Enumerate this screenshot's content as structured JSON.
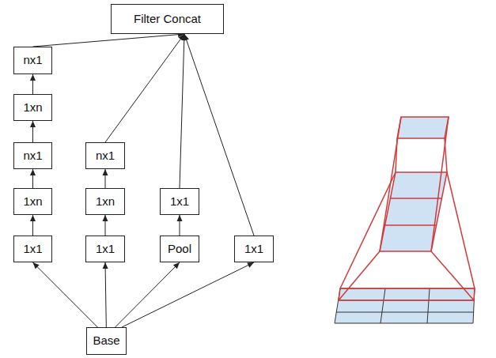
{
  "diagram": {
    "nodes": [
      {
        "text": [
          "Filter Concat"
        ]
      },
      {
        "text": [
          "nx1"
        ]
      },
      {
        "text": [
          "1xn"
        ]
      },
      {
        "text": [
          "nx1"
        ]
      },
      {
        "text": [
          "nx1"
        ]
      },
      {
        "text": [
          "1xn"
        ]
      },
      {
        "text": [
          "1xn"
        ]
      },
      {
        "text": [
          "1x1"
        ]
      },
      {
        "text": [
          "1x1"
        ]
      },
      {
        "text": [
          "1x1"
        ]
      },
      {
        "text": [
          "Pool"
        ]
      },
      {
        "text": [
          "1x1"
        ]
      },
      {
        "text": [
          "Base"
        ]
      }
    ],
    "edges": [
      {
        "from": 12,
        "to": 8,
        "arrow": "to"
      },
      {
        "from": 12,
        "to": 9,
        "arrow": "to"
      },
      {
        "from": 12,
        "to": 10,
        "arrow": "to"
      },
      {
        "from": 12,
        "to": 11,
        "arrow": "to"
      },
      {
        "from": 8,
        "to": 5,
        "arrow": "to"
      },
      {
        "from": 5,
        "to": 3,
        "arrow": "to"
      },
      {
        "from": 3,
        "to": 2,
        "arrow": "to"
      },
      {
        "from": 2,
        "to": 1,
        "arrow": "to"
      },
      {
        "from": 1,
        "to": 0,
        "arrow": "to"
      },
      {
        "from": 9,
        "to": 6,
        "arrow": "to"
      },
      {
        "from": 6,
        "to": 4,
        "arrow": "to"
      },
      {
        "from": 4,
        "to": 0,
        "arrow": "to"
      },
      {
        "from": 10,
        "to": 7,
        "arrow": "to"
      },
      {
        "from": 7,
        "to": 0,
        "arrow": "to"
      },
      {
        "from": 11,
        "to": 0,
        "arrow": "to"
      }
    ]
  }
}
